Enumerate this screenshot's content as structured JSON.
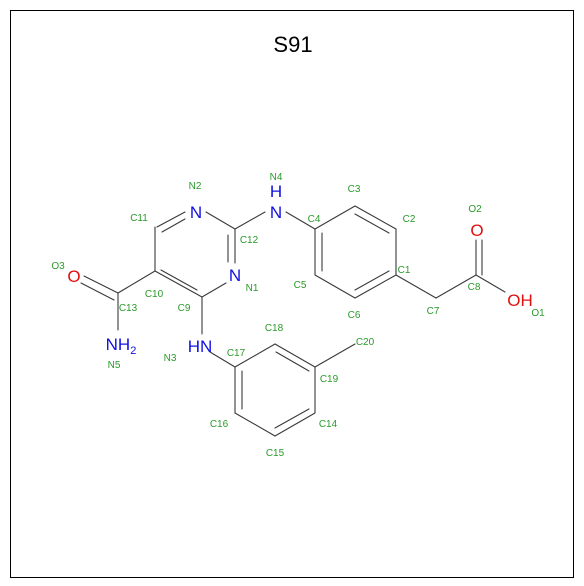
{
  "title": "S91",
  "colors": {
    "frame": "#000000",
    "bond": "#3a3a3a",
    "nitrogen": "#1010e0",
    "oxygen": "#e01010",
    "index_label": "#2a9a2a"
  },
  "hetero_labels": {
    "N2": "N",
    "N4_H": "H",
    "N4": "N",
    "N1": "N",
    "N3": "HN",
    "N5": "NH",
    "N5_sub": "2",
    "O3": "O",
    "O2": "O",
    "O1": "OH"
  },
  "atom_index_labels": {
    "N2": "N2",
    "N4": "N4",
    "C3": "C3",
    "C11": "C11",
    "C4": "C4",
    "C2": "C2",
    "O2": "O2",
    "C12": "C12",
    "O3": "O3",
    "N1": "N1",
    "C1": "C1",
    "C10": "C10",
    "C5": "C5",
    "C8": "C8",
    "C13": "C13",
    "C9": "C9",
    "C6": "C6",
    "C7": "C7",
    "O1": "O1",
    "C18": "C18",
    "C20": "C20",
    "C17": "C17",
    "N3": "N3",
    "N5": "N5",
    "C19": "C19",
    "C16": "C16",
    "C14": "C14",
    "C15": "C15"
  }
}
